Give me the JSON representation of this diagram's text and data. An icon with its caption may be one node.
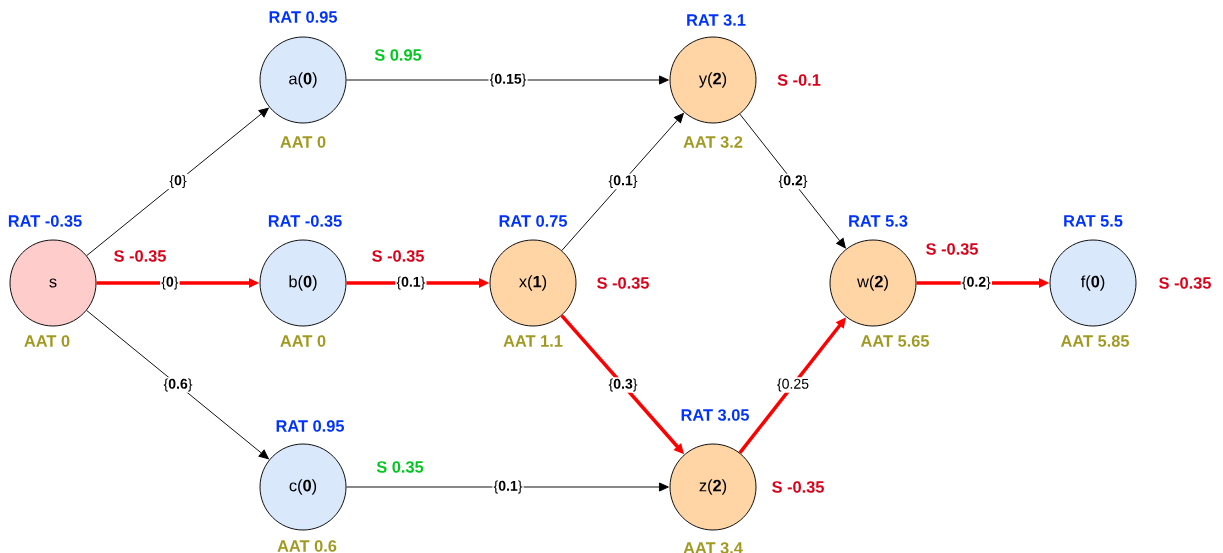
{
  "diagram": {
    "nodes": [
      {
        "text": [
          "s"
        ],
        "beside": [
          "RAT -0.35",
          "S -0.35",
          "AAT 0"
        ]
      },
      {
        "text": [
          "a(**0**)"
        ],
        "beside": [
          "RAT 0.95",
          "S 0.95",
          "AAT 0"
        ]
      },
      {
        "text": [
          "b(**0**)"
        ],
        "beside": [
          "RAT -0.35",
          "S -0.35",
          "AAT 0"
        ]
      },
      {
        "text": [
          "c(**0**)"
        ],
        "beside": [
          "RAT 0.95",
          "S 0.35",
          "AAT 0.6"
        ]
      },
      {
        "text": [
          "x(**1**)"
        ],
        "beside": [
          "RAT 0.75",
          "S -0.35",
          "AAT 1.1"
        ]
      },
      {
        "text": [
          "y(**2**)"
        ],
        "beside": [
          "RAT 3.1",
          "S -0.1",
          "AAT 3.2"
        ]
      },
      {
        "text": [
          "z(**2**)"
        ],
        "beside": [
          "RAT 3.05",
          "S -0.35",
          "AAT 3.4"
        ]
      },
      {
        "text": [
          "w(**2**)"
        ],
        "beside": [
          "RAT 5.3",
          "S -0.35",
          "AAT 5.65"
        ]
      },
      {
        "text": [
          "f(**0**)"
        ],
        "beside": [
          "RAT 5.5",
          "S -0.35",
          "AAT 5.85"
        ]
      }
    ],
    "edges": [
      {
        "from": 0,
        "to": 1,
        "arrow": "to",
        "label": "{**0**}"
      },
      {
        "from": 0,
        "to": 2,
        "arrow": "to",
        "label": "{**0**}",
        "style": "thick",
        "color": "#ff0000"
      },
      {
        "from": 0,
        "to": 3,
        "arrow": "to",
        "label": "{**0.6**}"
      },
      {
        "from": 1,
        "to": 5,
        "arrow": "to",
        "label": "{**0.15**}"
      },
      {
        "from": 2,
        "to": 4,
        "arrow": "to",
        "label": "{**0.1**}",
        "style": "thick",
        "color": "#ff0000"
      },
      {
        "from": 3,
        "to": 6,
        "arrow": "to",
        "label": "{**0.1**}"
      },
      {
        "from": 4,
        "to": 5,
        "arrow": "to",
        "label": "{**0.1**}"
      },
      {
        "from": 4,
        "to": 6,
        "arrow": "to",
        "label": "{**0.3**}",
        "style": "thick",
        "color": "#ff0000"
      },
      {
        "from": 5,
        "to": 7,
        "arrow": "to",
        "label": "{**0.2**}"
      },
      {
        "from": 6,
        "to": 7,
        "arrow": "to",
        "label": "{0.25",
        "style": "thick",
        "color": "#ff0000"
      },
      {
        "from": 7,
        "to": 8,
        "arrow": "to",
        "label": "{**0.2**}",
        "style": "thick",
        "color": "#ff0000"
      }
    ]
  }
}
